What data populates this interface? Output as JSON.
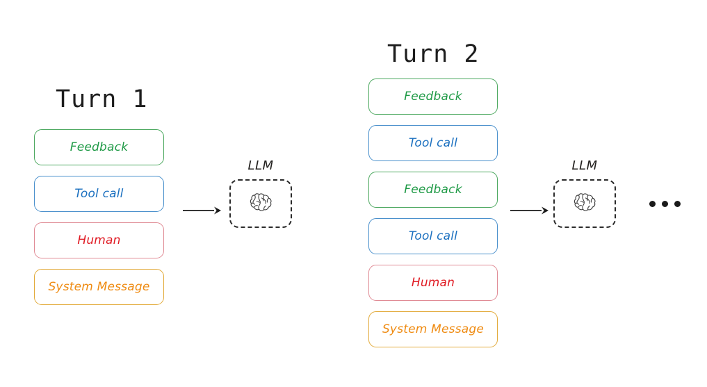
{
  "diagram": {
    "title_font_style": "monospace-handwritten",
    "background": "#ffffff",
    "colors": {
      "feedback_text": "#1f9a46",
      "feedback_border": "#4ca85f",
      "tool_text": "#1a6fbf",
      "tool_border": "#4a90cc",
      "human_text": "#e01b24",
      "human_border": "#e08b95",
      "system_text": "#ef8b12",
      "system_border": "#e2aa3a",
      "llm_stroke": "#2b2b2b",
      "arrow": "#1a1a1a"
    }
  },
  "turns": [
    {
      "title": "Turn 1",
      "messages": [
        {
          "label": "Feedback",
          "kind": "feedback"
        },
        {
          "label": "Tool call",
          "kind": "tool"
        },
        {
          "label": "Human",
          "kind": "human"
        },
        {
          "label": "System Message",
          "kind": "system"
        }
      ],
      "llm": {
        "label": "LLM",
        "icon": "brain-icon"
      }
    },
    {
      "title": "Turn 2",
      "messages": [
        {
          "label": "Feedback",
          "kind": "feedback"
        },
        {
          "label": "Tool call",
          "kind": "tool"
        },
        {
          "label": "Feedback",
          "kind": "feedback"
        },
        {
          "label": "Tool call",
          "kind": "tool"
        },
        {
          "label": "Human",
          "kind": "human"
        },
        {
          "label": "System Message",
          "kind": "system"
        }
      ],
      "llm": {
        "label": "LLM",
        "icon": "brain-icon"
      }
    }
  ],
  "continuation": {
    "glyph": "...",
    "dots": 3
  }
}
